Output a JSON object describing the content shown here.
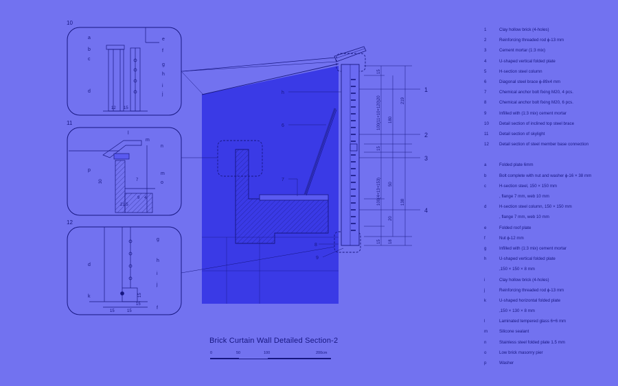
{
  "title": "Brick Curtain Wall Detailed Section-2",
  "scale_labels": [
    "0",
    "50",
    "100",
    "200cm"
  ],
  "detail_numbers": [
    "10",
    "11",
    "12"
  ],
  "section_markers": [
    "1",
    "2",
    "3",
    "4"
  ],
  "section_letters": [
    "h",
    "6",
    "7",
    "8",
    "9"
  ],
  "detail10_letters": [
    "a",
    "b",
    "c",
    "d",
    "e",
    "f",
    "g",
    "h",
    "i",
    "j"
  ],
  "detail11_letters": [
    "l",
    "m",
    "n",
    "p",
    "m",
    "o"
  ],
  "detail12_letters": [
    "g",
    "h",
    "i",
    "j",
    "d",
    "k",
    "f"
  ],
  "dimensions": {
    "right": [
      "15",
      "100(11+10+120)20",
      "180",
      "219",
      "15",
      "100(4+13+153)",
      "50",
      "138",
      "20",
      "15",
      "18"
    ],
    "detail10": [
      "12",
      "15"
    ],
    "detail11": [
      "30",
      "21.5",
      "7",
      "9",
      "4"
    ],
    "detail12": [
      "15",
      "15",
      "15",
      "15"
    ]
  },
  "legend": [
    {
      "key": "1",
      "text": "Clay hollow brick (4-holes)"
    },
    {
      "key": "2",
      "text": "Reinforcing threaded rod ɸ-13 mm"
    },
    {
      "key": "3",
      "text": "Cement mortar (1:3 mix)"
    },
    {
      "key": "4",
      "text": "U-shaped vertical folded plate"
    },
    {
      "key": "5",
      "text": "H-section steel column"
    },
    {
      "key": "6",
      "text": "Diagonal steel brace ɸ-89x4 mm"
    },
    {
      "key": "7",
      "text": "Chemical anchor bolt fixing M20, 4 pcs."
    },
    {
      "key": "8",
      "text": "Chemical anchor bolt fixing M20, 6 pcs."
    },
    {
      "key": "9",
      "text": "Infilled with (1:3 mix) cement mortar"
    },
    {
      "key": "10",
      "text": "Detail section of inclined top steel brace"
    },
    {
      "key": "11",
      "text": "Detail section of skylight"
    },
    {
      "key": "12",
      "text": "Detail section of steel member base connection"
    },
    {
      "key": "",
      "text": ""
    },
    {
      "key": "a",
      "text": "Folded plate 6mm"
    },
    {
      "key": "b",
      "text": "Bolt complete with nut and washer ɸ-16 × 38 mm"
    },
    {
      "key": "c",
      "text": "H-section steel, 150 × 150 mm"
    },
    {
      "key": "",
      "text": ", flange 7 mm, web 10 mm"
    },
    {
      "key": "d",
      "text": "H-section steel column, 150 × 150 mm"
    },
    {
      "key": "",
      "text": ", flange 7 mm, web 10 mm"
    },
    {
      "key": "e",
      "text": "Folded roof plate"
    },
    {
      "key": "f",
      "text": "Nut ɸ-12 mm"
    },
    {
      "key": "g",
      "text": "Infilled with (1:3 mix) cement mortar"
    },
    {
      "key": "h",
      "text": "U-shaped vertical folded plate"
    },
    {
      "key": "",
      "text": ",150 × 150 × 8 mm"
    },
    {
      "key": "i",
      "text": "Clay hollow brick (4-holes)"
    },
    {
      "key": "j",
      "text": "Reinforcing threaded rod ɸ-13 mm"
    },
    {
      "key": "k",
      "text": "U-shaped horizontal folded plate"
    },
    {
      "key": "",
      "text": ",150 × 130 × 8 mm"
    },
    {
      "key": "l",
      "text": "Laminated tempered glass 6+6 mm"
    },
    {
      "key": "m",
      "text": "Silicone sealant"
    },
    {
      "key": "n",
      "text": "Stainless steel folded plate 1.5 mm"
    },
    {
      "key": "o",
      "text": "Low brick masonry pier"
    },
    {
      "key": "p",
      "text": "Washer"
    }
  ]
}
